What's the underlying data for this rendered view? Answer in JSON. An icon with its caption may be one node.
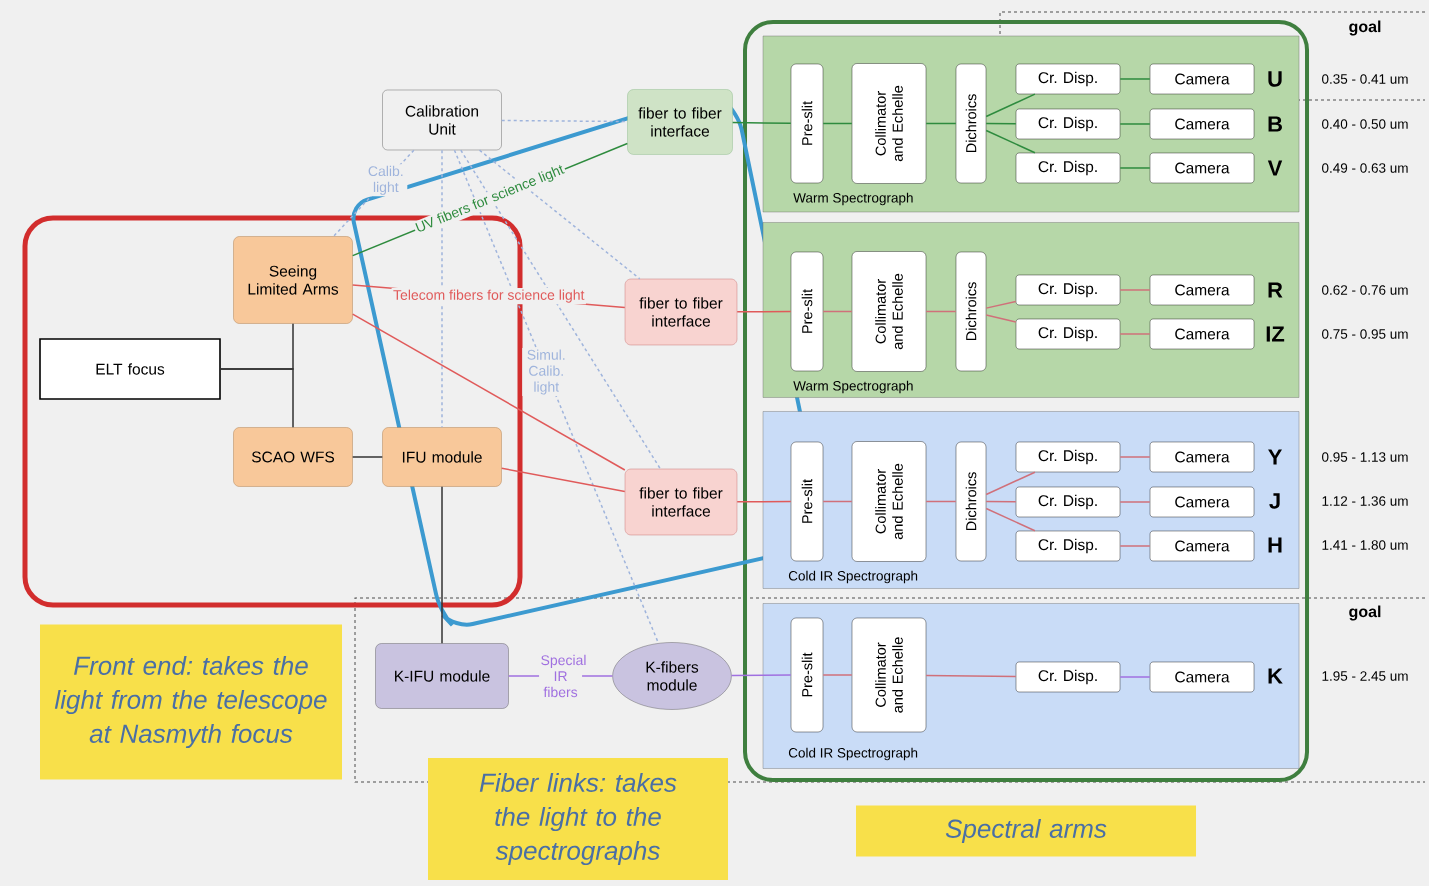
{
  "diagram": {
    "nodes": [
      {
        "text": [
          "Calibration Unit"
        ]
      },
      {
        "text": [
          "fiber to fiber interface"
        ]
      },
      {
        "text": [
          "Seeing Limited Arms"
        ]
      },
      {
        "text": [
          "fiber to fiber interface"
        ]
      },
      {
        "text": [
          "ELT focus"
        ]
      },
      {
        "text": [
          "SCAO WFS"
        ]
      },
      {
        "text": [
          "IFU module"
        ]
      },
      {
        "text": [
          "fiber to fiber interface"
        ]
      },
      {
        "text": [
          "K-IFU module"
        ]
      },
      {
        "text": [
          "K-fibers module"
        ]
      },
      {
        "text": [
          "Front end: takes the light from the telescope at Nasmyth focus"
        ]
      },
      {
        "text": [
          "Fiber links: takes the light to the spectrographs"
        ]
      },
      {
        "text": [
          "Spectral arms"
        ]
      },
      {
        "text": [
          "Warm Spectrograph"
        ]
      },
      {
        "text": [
          "Pre-slit"
        ],
        "in": 13
      },
      {
        "text": [
          "Collimator and Echelle"
        ],
        "in": 13
      },
      {
        "text": [
          "Dichroics"
        ],
        "in": 13
      },
      {
        "text": [
          "Cr. Disp."
        ],
        "in": 13
      },
      {
        "text": [
          "Camera"
        ],
        "in": 13
      },
      {
        "text": [
          "Cr. Disp."
        ],
        "in": 13
      },
      {
        "text": [
          "Camera"
        ],
        "in": 13
      },
      {
        "text": [
          "Cr. Disp."
        ],
        "in": 13
      },
      {
        "text": [
          "Camera"
        ],
        "in": 13
      },
      {
        "text": [
          "Warm Spectrograph"
        ]
      },
      {
        "text": [
          "Pre-slit"
        ],
        "in": 23
      },
      {
        "text": [
          "Collimator and Echelle"
        ],
        "in": 23
      },
      {
        "text": [
          "Dichroics"
        ],
        "in": 23
      },
      {
        "text": [
          "Cr. Disp."
        ],
        "in": 23
      },
      {
        "text": [
          "Camera"
        ],
        "in": 23
      },
      {
        "text": [
          "Cr. Disp."
        ],
        "in": 23
      },
      {
        "text": [
          "Camera"
        ],
        "in": 23
      },
      {
        "text": [
          "Cold IR Spectrograph"
        ]
      },
      {
        "text": [
          "Pre-slit"
        ],
        "in": 31
      },
      {
        "text": [
          "Collimator and Echelle"
        ],
        "in": 31
      },
      {
        "text": [
          "Dichroics"
        ],
        "in": 31
      },
      {
        "text": [
          "Cr. Disp."
        ],
        "in": 31
      },
      {
        "text": [
          "Camera"
        ],
        "in": 31
      },
      {
        "text": [
          "Cr. Disp."
        ],
        "in": 31
      },
      {
        "text": [
          "Camera"
        ],
        "in": 31
      },
      {
        "text": [
          "Cr. Disp."
        ],
        "in": 31
      },
      {
        "text": [
          "Camera"
        ],
        "in": 31
      },
      {
        "text": [
          "Cold IR Spectrograph"
        ]
      },
      {
        "text": [
          "Pre-slit"
        ],
        "in": 41
      },
      {
        "text": [
          "Collimator and Echelle"
        ],
        "in": 41
      },
      {
        "text": [
          "Cr. Disp."
        ],
        "in": 41
      },
      {
        "text": [
          "Camera"
        ],
        "in": 41
      }
    ],
    "edges": [
      {
        "from": 0,
        "to": 1,
        "arrow": "none",
        "style": "dashed",
        "color": "#9fb4dc"
      },
      {
        "from": 0,
        "to": 2,
        "arrow": "none",
        "style": "dashed",
        "color": "#9fb4dc",
        "label": "Calib. light"
      },
      {
        "from": 0,
        "to": 6,
        "arrow": "none",
        "style": "dashed",
        "color": "#9fb4dc"
      },
      {
        "from": 0,
        "to": 3,
        "arrow": "none",
        "style": "dashed",
        "color": "#9fb4dc"
      },
      {
        "from": 0,
        "to": 9,
        "arrow": "none",
        "style": "dashed",
        "color": "#9fb4dc",
        "label": "Simul. Calib. light"
      },
      {
        "from": 0,
        "to": 7,
        "arrow": "none",
        "style": "dashed",
        "color": "#9fb4dc"
      },
      {
        "from": 2,
        "to": 1,
        "arrow": "none",
        "color": "#2e8b3e",
        "label": "UV fibers for science light"
      },
      {
        "from": 2,
        "to": 3,
        "arrow": "none",
        "color": "#e05a5a",
        "label": "Telecom fibers for science light"
      },
      {
        "from": 2,
        "to": 7,
        "arrow": "none",
        "color": "#e05a5a"
      },
      {
        "from": 6,
        "to": 7,
        "arrow": "none",
        "color": "#e05a5a"
      },
      {
        "from": 4,
        "to": 2,
        "arrow": "none",
        "color": "#333333"
      },
      {
        "from": 4,
        "to": 5,
        "arrow": "none",
        "color": "#333333"
      },
      {
        "from": 5,
        "to": 6,
        "arrow": "none",
        "color": "#333333"
      },
      {
        "from": 6,
        "to": 8,
        "arrow": "none",
        "color": "#333333"
      },
      {
        "from": 8,
        "to": 9,
        "arrow": "none",
        "color": "#a070e0",
        "label": "Special IR fibers"
      },
      {
        "from": 1,
        "to": 14,
        "arrow": "none",
        "color": "#2e8b3e"
      },
      {
        "from": 14,
        "to": 15,
        "arrow": "none",
        "color": "#2e8b3e"
      },
      {
        "from": 15,
        "to": 16,
        "arrow": "none",
        "color": "#2e8b3e"
      },
      {
        "from": 16,
        "to": 17,
        "arrow": "none",
        "color": "#2e8b3e"
      },
      {
        "from": 16,
        "to": 19,
        "arrow": "none",
        "color": "#2e8b3e"
      },
      {
        "from": 16,
        "to": 21,
        "arrow": "none",
        "color": "#2e8b3e"
      },
      {
        "from": 17,
        "to": 18,
        "arrow": "none",
        "color": "#2e8b3e"
      },
      {
        "from": 19,
        "to": 20,
        "arrow": "none",
        "color": "#2e8b3e"
      },
      {
        "from": 21,
        "to": 22,
        "arrow": "none",
        "color": "#2e8b3e"
      },
      {
        "from": 3,
        "to": 24,
        "arrow": "none",
        "color": "#e05a5a"
      },
      {
        "from": 24,
        "to": 25,
        "arrow": "none",
        "color": "#d0707a"
      },
      {
        "from": 25,
        "to": 26,
        "arrow": "none",
        "color": "#d0707a"
      },
      {
        "from": 26,
        "to": 27,
        "arrow": "none",
        "color": "#d0707a"
      },
      {
        "from": 26,
        "to": 29,
        "arrow": "none",
        "color": "#d0707a"
      },
      {
        "from": 27,
        "to": 28,
        "arrow": "none",
        "color": "#d0707a"
      },
      {
        "from": 29,
        "to": 30,
        "arrow": "none",
        "color": "#d0707a"
      },
      {
        "from": 7,
        "to": 32,
        "arrow": "none",
        "color": "#e05a5a"
      },
      {
        "from": 32,
        "to": 33,
        "arrow": "none",
        "color": "#d0707a"
      },
      {
        "from": 33,
        "to": 34,
        "arrow": "none",
        "color": "#d0707a"
      },
      {
        "from": 34,
        "to": 35,
        "arrow": "none",
        "color": "#d0707a"
      },
      {
        "from": 34,
        "to": 37,
        "arrow": "none",
        "color": "#d0707a"
      },
      {
        "from": 34,
        "to": 39,
        "arrow": "none",
        "color": "#d0707a"
      },
      {
        "from": 35,
        "to": 36,
        "arrow": "none",
        "color": "#d0707a"
      },
      {
        "from": 37,
        "to": 38,
        "arrow": "none",
        "color": "#d0707a"
      },
      {
        "from": 39,
        "to": 40,
        "arrow": "none",
        "color": "#d0707a"
      },
      {
        "from": 9,
        "to": 42,
        "arrow": "none",
        "color": "#a070e0"
      },
      {
        "from": 42,
        "to": 43,
        "arrow": "none",
        "color": "#d0707a"
      },
      {
        "from": 43,
        "to": 44,
        "arrow": "none",
        "color": "#d0707a"
      },
      {
        "from": 44,
        "to": 45,
        "arrow": "none",
        "color": "#a070e0"
      }
    ],
    "labels": [
      "goal",
      "U",
      "0.35 - 0.41 um",
      "B",
      "0.40 - 0.50 um",
      "V",
      "0.49 - 0.63 um",
      "R",
      "0.62 - 0.76 um",
      "IZ",
      "0.75 - 0.95 um",
      "Y",
      "0.95 - 1.13 um",
      "J",
      "1.12 - 1.36 um",
      "H",
      "1.41 - 1.80 um",
      "goal",
      "K",
      "1.95 - 2.45 um"
    ]
  }
}
